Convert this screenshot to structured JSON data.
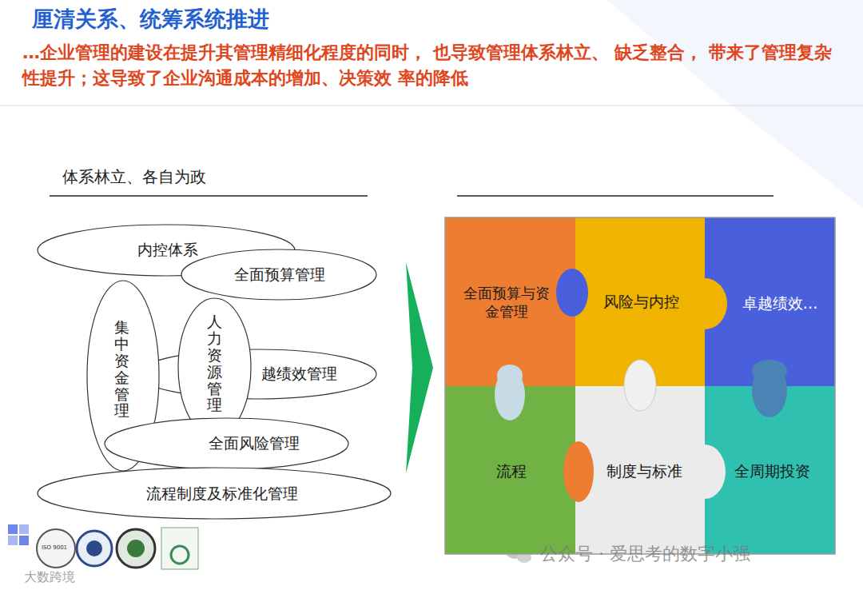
{
  "diagram": {
    "title": "厘清关系、统筹系统推进",
    "caption": "…企业管理的建设在提升其管理精细化程度的同时， 也导致管理体系林立、 缺乏整合， 带来了管理复杂性提升；这导致了企业沟通成本的增加、决策效 率的降低",
    "nodes": [
      {
        "text": [
          "内控体系"
        ]
      },
      {
        "text": [
          "全面预算管理"
        ]
      },
      {
        "text": [
          "集中资金管理"
        ]
      },
      {
        "text": [
          "人力资源管理"
        ]
      },
      {
        "text": [
          "越绩效管理"
        ]
      },
      {
        "text": [
          "全面风险管理"
        ]
      },
      {
        "text": [
          "流程制度及标准化管理"
        ]
      },
      {
        "text": [
          "全面预算与资 金管理"
        ]
      },
      {
        "text": [
          "风险与内控"
        ]
      },
      {
        "text": [
          "卓越绩效…"
        ]
      },
      {
        "text": [
          "流程"
        ]
      },
      {
        "text": [
          "制度与标准"
        ]
      },
      {
        "text": [
          "全周期投资"
        ]
      }
    ],
    "edges": [],
    "labels": [
      "体系林立、各自为政",
      "ISO 9001",
      "公众号 · 爱思考的数字小强",
      "大数跨境"
    ]
  }
}
